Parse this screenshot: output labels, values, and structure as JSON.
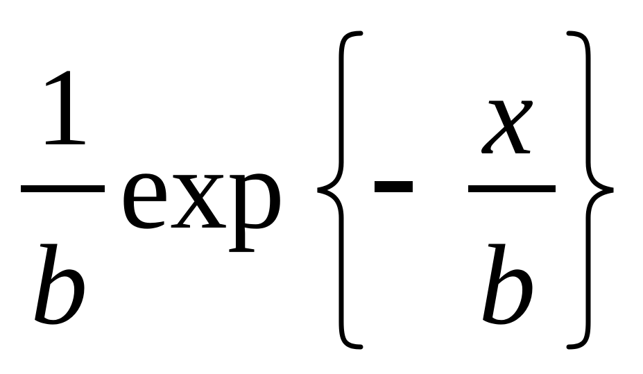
{
  "formula": {
    "left_fraction": {
      "numerator": "1",
      "denominator": "b"
    },
    "function_name": "exp",
    "minus_sign": "-",
    "inner_fraction": {
      "numerator": "x",
      "denominator": "b"
    },
    "colors": {
      "text": "#000000",
      "background": "#ffffff"
    }
  }
}
